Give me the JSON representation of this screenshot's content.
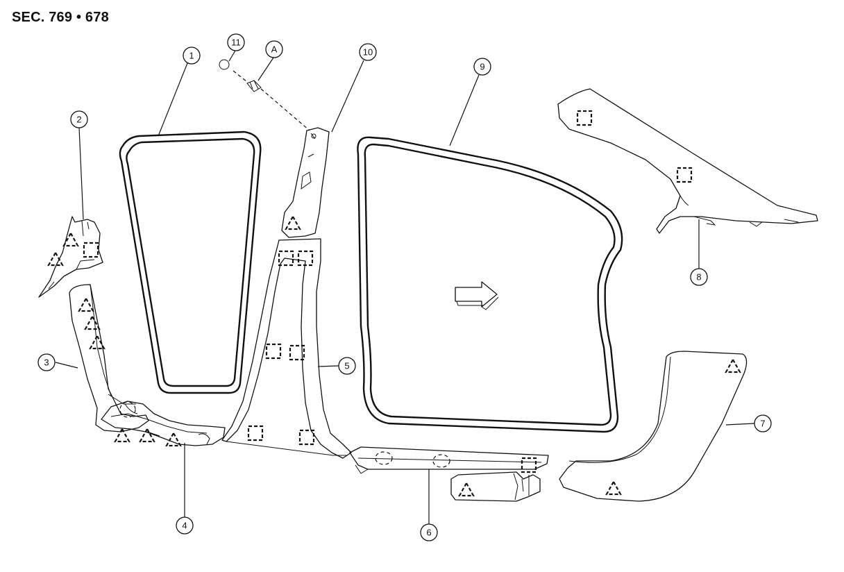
{
  "header": {
    "section_label": "SEC. 769 • 678"
  },
  "callouts": {
    "c1": "1",
    "c2": "2",
    "c3": "3",
    "c4": "4",
    "c5": "5",
    "c6": "6",
    "c7": "7",
    "c8": "8",
    "c9": "9",
    "c10": "10",
    "c11": "11",
    "cA": "A"
  },
  "colors": {
    "line": "#111111",
    "background": "#ffffff"
  }
}
